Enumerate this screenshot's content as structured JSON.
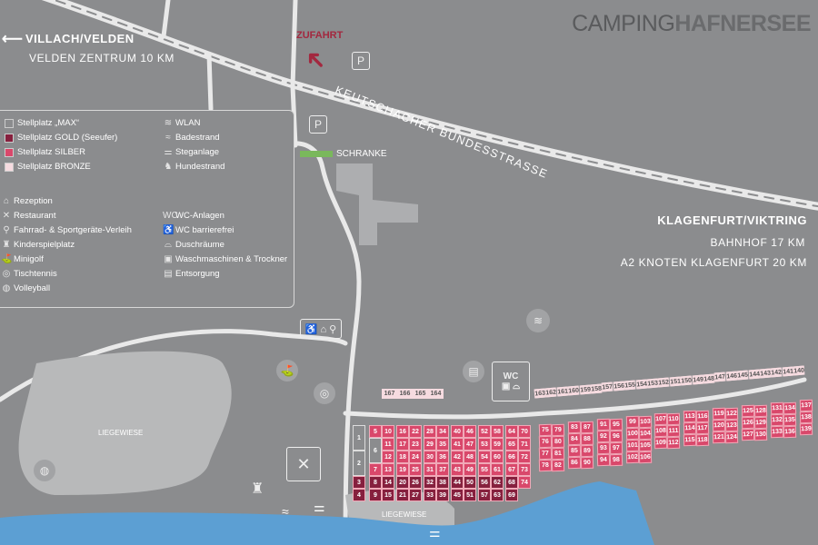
{
  "brand": {
    "title_light": "CAMPING",
    "title_bold": "HAFNERSEE",
    "accent": "#a3283f"
  },
  "places": {
    "villach": "VILLACH/VELDEN",
    "velden": "VELDEN ZENTRUM 10 KM",
    "zufahrt": "ZUFAHRT",
    "parking": "P",
    "road": "KEUTSCHACHER BUNDESSTRASSE",
    "schranke": "SCHRANKE",
    "klagenfurt": "KLAGENFURT/VIKTRING",
    "bahnhof": "BAHNHOF 17 KM",
    "a2": "A2 KNOTEN KLAGENFURT 20 KM",
    "liegewiese1": "LIEGEWIESE",
    "liegewiese2": "LIEGEWIESE",
    "wc": "WC"
  },
  "legend": {
    "tiers": [
      {
        "label": "Stellplatz „MAX“",
        "color": "#8b8c8e"
      },
      {
        "label": "Stellplatz GOLD (Seeufer)",
        "color": "#86203e"
      },
      {
        "label": "Stellplatz SILBER",
        "color": "#d9486b"
      },
      {
        "label": "Stellplatz BRONZE",
        "color": "#f6dbe0"
      }
    ],
    "right_top": [
      {
        "icon": "wifi-icon",
        "glyph": "≋",
        "label": "WLAN"
      },
      {
        "icon": "swimmer-icon",
        "glyph": "≈",
        "label": "Badestrand"
      },
      {
        "icon": "jetty-icon",
        "glyph": "⚌",
        "label": "Steganlage"
      },
      {
        "icon": "dog-icon",
        "glyph": "♞",
        "label": "Hundestrand"
      }
    ],
    "left": [
      {
        "icon": "reception-bell-icon",
        "glyph": "⌂",
        "label": "Rezeption"
      },
      {
        "icon": "restaurant-icon",
        "glyph": "✕",
        "label": "Restaurant"
      },
      {
        "icon": "bicycle-icon",
        "glyph": "⚲",
        "label": "Fahrrad- & Sportgeräte-Verleih"
      },
      {
        "icon": "playground-icon",
        "glyph": "♜",
        "label": "Kinderspielplatz"
      },
      {
        "icon": "minigolf-icon",
        "glyph": "⛳",
        "label": "Minigolf"
      },
      {
        "icon": "table-tennis-icon",
        "glyph": "◎",
        "label": "Tischtennis"
      },
      {
        "icon": "volleyball-icon",
        "glyph": "◍",
        "label": "Volleyball"
      }
    ],
    "right": [
      {
        "icon": "wc-icon",
        "glyph": "WC",
        "label": "WC-Anlagen"
      },
      {
        "icon": "wheelchair-icon",
        "glyph": "♿",
        "label": "WC barrierefrei"
      },
      {
        "icon": "shower-icon",
        "glyph": "⌓",
        "label": "Duschräume"
      },
      {
        "icon": "washing-machine-icon",
        "glyph": "▣",
        "label": "Waschmaschinen & Trockner"
      },
      {
        "icon": "trash-icon",
        "glyph": "▤",
        "label": "Entsorgung"
      }
    ]
  },
  "plots": {
    "max": [
      1,
      2,
      6
    ],
    "gold": [
      3,
      4,
      8,
      9,
      14,
      15,
      20,
      21,
      26,
      27,
      32,
      33,
      38,
      39,
      44,
      45,
      50,
      51,
      56,
      57,
      62,
      63,
      68,
      69
    ],
    "left_blocks": [
      [
        [
          1,
          null,
          2,
          null,
          3,
          4
        ]
      ],
      [
        [
          5,
          6,
          null,
          7,
          8,
          9
        ],
        [
          10,
          11,
          12,
          13,
          14,
          15
        ]
      ],
      [
        [
          16,
          17,
          18,
          19,
          20,
          21
        ],
        [
          22,
          23,
          24,
          25,
          26,
          27
        ]
      ],
      [
        [
          28,
          29,
          30,
          31,
          32,
          33
        ],
        [
          34,
          35,
          36,
          37,
          38,
          39
        ]
      ],
      [
        [
          40,
          41,
          42,
          43,
          44,
          45
        ],
        [
          46,
          47,
          48,
          49,
          50,
          51
        ]
      ],
      [
        [
          52,
          53,
          54,
          55,
          56,
          57
        ],
        [
          58,
          59,
          60,
          61,
          62,
          63
        ]
      ],
      [
        [
          64,
          65,
          66,
          67,
          68,
          69
        ],
        [
          70,
          71,
          72,
          73,
          74,
          null
        ]
      ]
    ],
    "right_blocks": [
      [
        [
          75,
          76,
          77,
          78
        ],
        [
          79,
          80,
          81,
          82
        ]
      ],
      [
        [
          83,
          84,
          85,
          86
        ],
        [
          87,
          88,
          89,
          90
        ]
      ],
      [
        [
          91,
          92,
          93,
          94
        ],
        [
          95,
          96,
          97,
          98
        ]
      ],
      [
        [
          99,
          100,
          101,
          102
        ],
        [
          103,
          104,
          105,
          106
        ]
      ],
      [
        [
          107,
          108,
          109
        ],
        [
          110,
          111,
          112
        ]
      ],
      [
        [
          113,
          114,
          115
        ],
        [
          116,
          117,
          118
        ]
      ],
      [
        [
          119,
          120,
          121
        ],
        [
          122,
          123,
          124
        ]
      ],
      [
        [
          125,
          126,
          127
        ],
        [
          128,
          129,
          130
        ]
      ],
      [
        [
          131,
          132,
          133
        ],
        [
          134,
          135,
          136
        ]
      ],
      [
        [
          137,
          138,
          139
        ]
      ]
    ],
    "bronze_short": [
      167,
      166,
      165,
      164
    ],
    "bronze_long": [
      163,
      162,
      161,
      160,
      159,
      158,
      157,
      156,
      155,
      154,
      153,
      152,
      151,
      150,
      149,
      148,
      147,
      146,
      145,
      144,
      143,
      142,
      141,
      140
    ]
  }
}
